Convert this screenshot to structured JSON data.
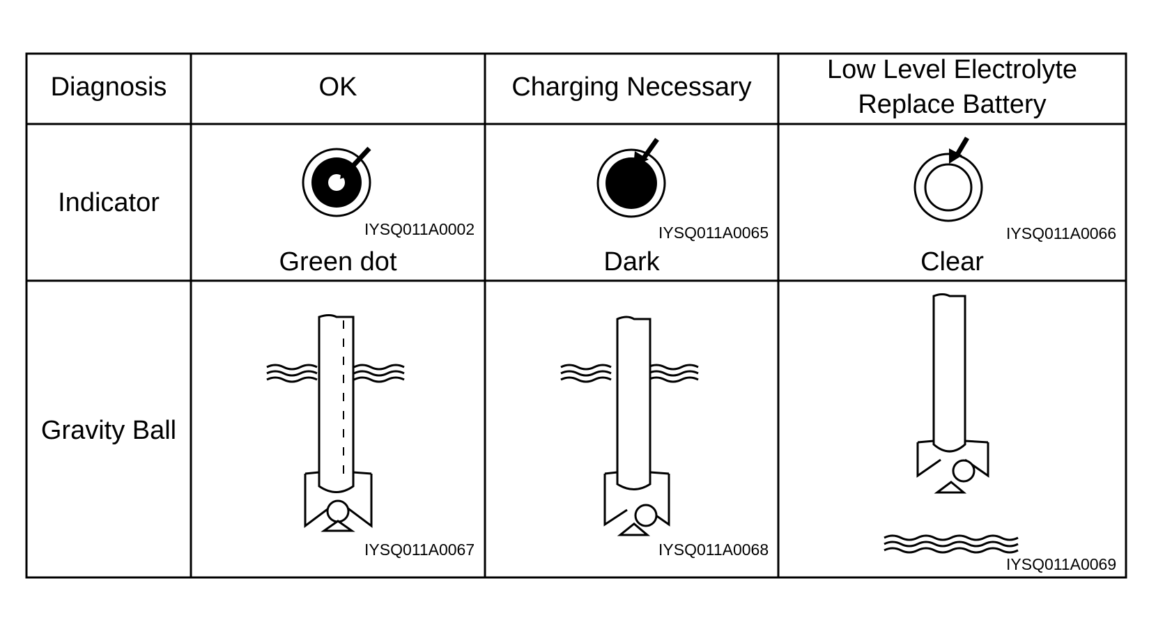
{
  "table": {
    "corner_label": "Diagnosis",
    "columns": [
      {
        "header": [
          "OK"
        ],
        "indicator_code": "IYSQ011A0002",
        "indicator_label": "Green dot",
        "ball_code": "IYSQ011A0067"
      },
      {
        "header": [
          "Charging Necessary"
        ],
        "indicator_code": "IYSQ011A0065",
        "indicator_label": "Dark",
        "ball_code": "IYSQ011A0068"
      },
      {
        "header": [
          "Low Level Electrolyte",
          "Replace Battery"
        ],
        "indicator_code": "IYSQ011A0066",
        "indicator_label": "Clear",
        "ball_code": "IYSQ011A0069"
      }
    ],
    "row_labels": {
      "indicator": "Indicator",
      "gravity_ball": "Gravity Ball"
    }
  }
}
